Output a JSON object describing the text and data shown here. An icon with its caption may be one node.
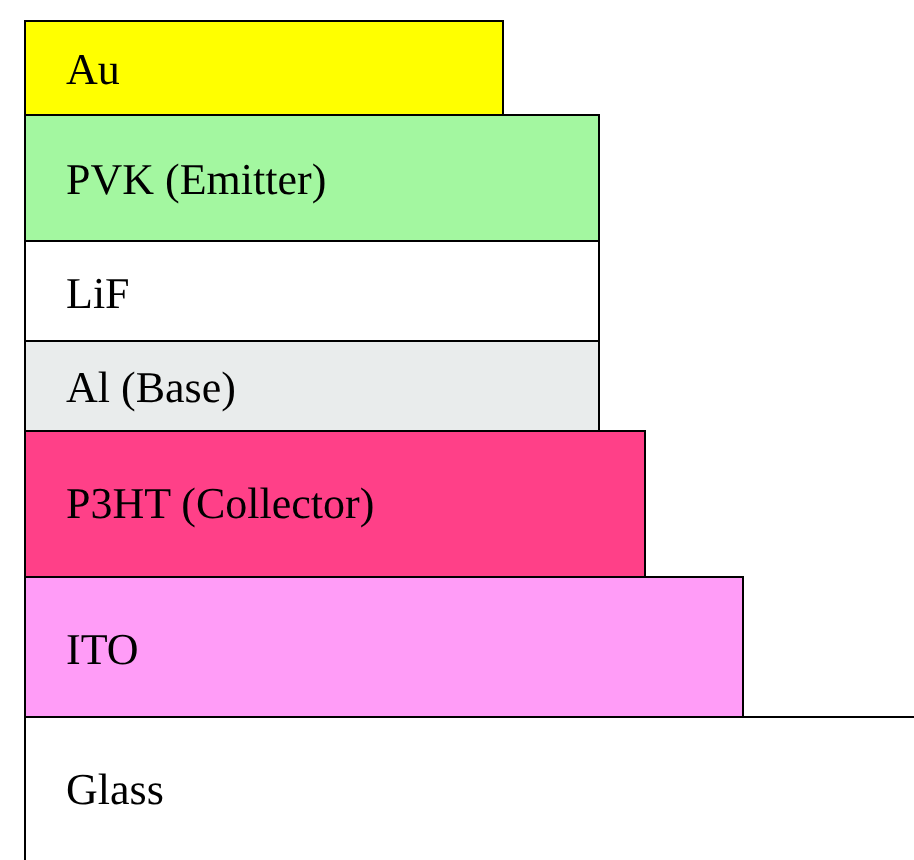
{
  "diagram": {
    "nodes": [
      {
        "text": [
          "Au"
        ]
      },
      {
        "text": [
          "PVK (Emitter)"
        ]
      },
      {
        "text": [
          "LiF"
        ]
      },
      {
        "text": [
          "Al (Base)"
        ]
      },
      {
        "text": [
          "P3HT (Collector)"
        ]
      },
      {
        "text": [
          "ITO"
        ]
      },
      {
        "text": [
          "Glass"
        ]
      }
    ]
  }
}
